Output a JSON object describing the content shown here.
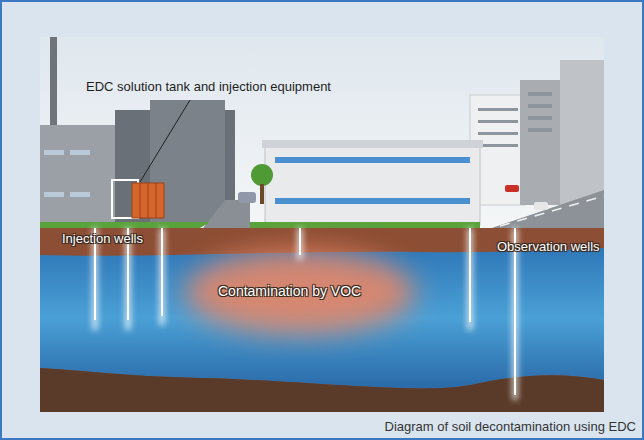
{
  "diagram": {
    "caption": "Diagram of soil decontamination using EDC",
    "labels": [
      "EDC solution tank and injection equipment",
      "Injection wells",
      "Observation wells",
      "Contamination by VOC"
    ]
  }
}
